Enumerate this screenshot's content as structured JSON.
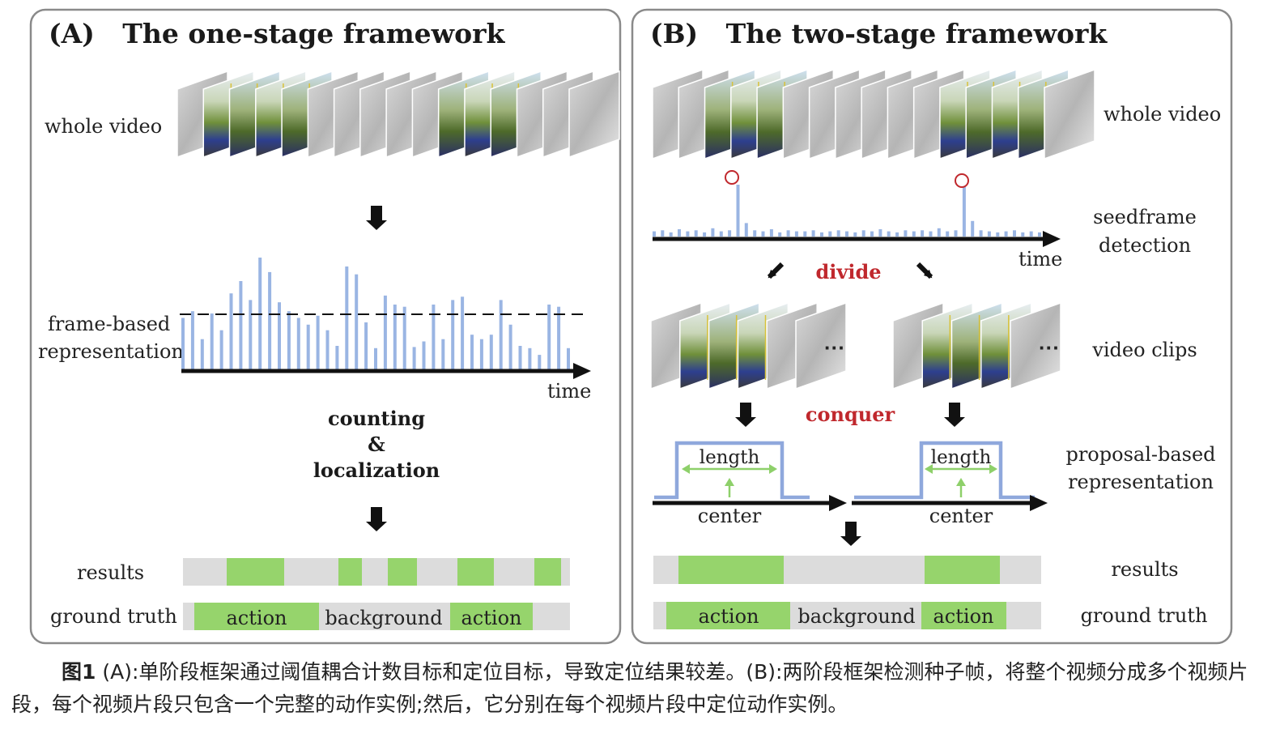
{
  "panel_a": {
    "title": "(A)   The one-stage framework",
    "whole_video_label": "whole video",
    "frame_label_line1": "frame-based",
    "frame_label_line2": "representation",
    "time_label": "time",
    "counting_line1": "counting",
    "counting_line2": "&",
    "counting_line3": "localization",
    "results_label": "results",
    "ground_truth_label": "ground truth",
    "gt_action_1": "action",
    "gt_background": "background",
    "gt_action_2": "action",
    "bar_heights": [
      0.46,
      0.52,
      0.27,
      0.5,
      0.35,
      0.68,
      0.79,
      0.62,
      1.0,
      0.87,
      0.6,
      0.52,
      0.46,
      0.4,
      0.48,
      0.35,
      0.21,
      0.92,
      0.85,
      0.42,
      0.19,
      0.66,
      0.58,
      0.56,
      0.2,
      0.25,
      0.58,
      0.27,
      0.62,
      0.65,
      0.31,
      0.27,
      0.31,
      0.62,
      0.4,
      0.21,
      0.19,
      0.13,
      0.58,
      0.56,
      0.19
    ]
  },
  "panel_b": {
    "title": "(B)   The two-stage framework",
    "whole_video_label": "whole video",
    "seed_label_line1": "seedframe",
    "seed_label_line2": "detection",
    "time_label": "time",
    "divide_label": "divide",
    "video_clips_label": "video clips",
    "ellipsis": "···",
    "conquer_label": "conquer",
    "length_label": "length",
    "center_label": "center",
    "proposal_label_line1": "proposal-based",
    "proposal_label_line2": "representation",
    "results_label": "results",
    "ground_truth_label": "ground truth",
    "gt_action_1": "action",
    "gt_background": "background",
    "gt_action_2": "action",
    "seed_bar_heights": [
      0.1,
      0.12,
      0.08,
      0.14,
      0.1,
      0.12,
      0.08,
      0.16,
      0.1,
      0.12,
      1.0,
      0.26,
      0.12,
      0.1,
      0.14,
      0.08,
      0.12,
      0.1,
      0.1,
      0.12,
      0.08,
      0.1,
      0.12,
      0.1,
      0.08,
      0.12,
      0.1,
      0.14,
      0.1,
      0.08,
      0.12,
      0.1,
      0.12,
      0.1,
      0.16,
      0.1,
      0.12,
      0.96,
      0.3,
      0.12,
      0.1,
      0.08,
      0.1,
      0.12,
      0.08,
      0.1,
      0.08
    ]
  },
  "colors": {
    "bar_blue": "#9ab5e3",
    "green": "#96d46c",
    "gray_track": "#dcdcdc",
    "accent_red": "#c0282d",
    "proposal_blue": "#8fa8dc",
    "arrow_green": "#8ed06a"
  },
  "caption": {
    "figure_no": "图1",
    "text": " (A):单阶段框架通过阈值耦合计数目标和定位目标，导致定位结果较差。(B):两阶段框架检测种子帧，将整个视频分成多个视频片段，每个视频片段只包含一个完整的动作实例;然后，它分别在每个视频片段中定位动作实例。"
  }
}
